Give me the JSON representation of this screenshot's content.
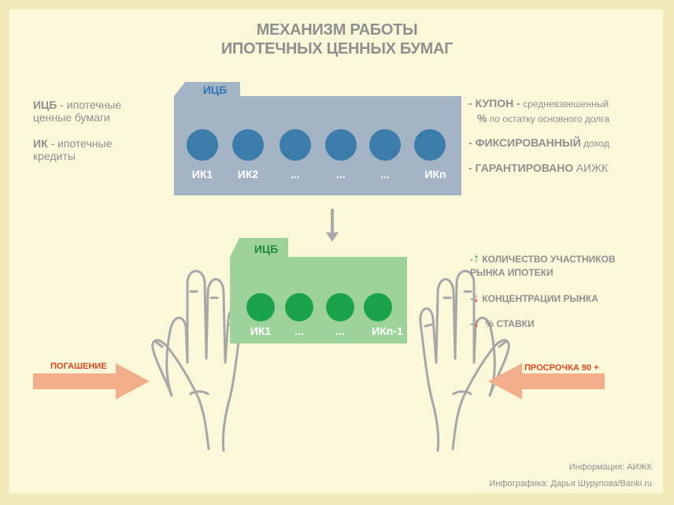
{
  "title": {
    "line1": "МЕХАНИЗМ РАБОТЫ",
    "line2": "ИПОТЕЧНЫХ ЦЕННЫХ БУМАГ"
  },
  "legend": {
    "mbs_abbr": "ИЦБ",
    "mbs_text_1": " - ипотечные",
    "mbs_text_2": "ценные бумаги",
    "mc_abbr": "ИК",
    "mc_text_1": " - ипотечные",
    "mc_text_2": "кредиты"
  },
  "top_folder": {
    "tab_label": "ИЦБ",
    "items": [
      "ИК1",
      "ИК2",
      "...",
      "...",
      "...",
      "ИКn"
    ],
    "color_body": "#a4b4c4",
    "color_dot": "#3b7caa",
    "color_tab_text": "#2f75b5"
  },
  "top_features": {
    "coupon_label": "- КУПОН -",
    "coupon_desc": "средневзвешенный",
    "coupon_pct": "%",
    "coupon_desc2": "по остатку основного долга",
    "fixed_label": "- ФИКСИРОВАННЫЙ",
    "fixed_desc": "доход",
    "guaranteed_label": "- ГАРАНТИРОВАНО",
    "guaranteed_desc": "АИЖК"
  },
  "bottom_folder": {
    "tab_label": "ИЦБ",
    "items": [
      "ИК1",
      "...",
      "...",
      "ИКn-1"
    ],
    "color_body": "#9ed29b",
    "color_dot": "#1aa34a",
    "color_tab_text": "#1e8a3c"
  },
  "effects": {
    "participants_prefix": "-",
    "participants_arrow": "↑",
    "participants_line1": "КОЛИЧЕСТВО УЧАСТНИКОВ",
    "participants_line2": "РЫНКА ИПОТЕКИ",
    "concentration_prefix": "-",
    "concentration_arrow": "↓",
    "concentration": "КОНЦЕНТРАЦИИ РЫНКА",
    "rate_prefix": "-",
    "rate_arrow": "↓",
    "rate": "% СТАВКИ",
    "up_color": "#1aa34a",
    "down_color": "#e0461f"
  },
  "arrows": {
    "repayment": "ПОГАШЕНИЕ",
    "overdue": "ПРОСРОЧКА 90 +",
    "color": "#f2ae8a"
  },
  "credits": {
    "info": "Информация: АИЖК",
    "infographic": "Инфографика: Дарья Шурупова/Banki.ru"
  }
}
